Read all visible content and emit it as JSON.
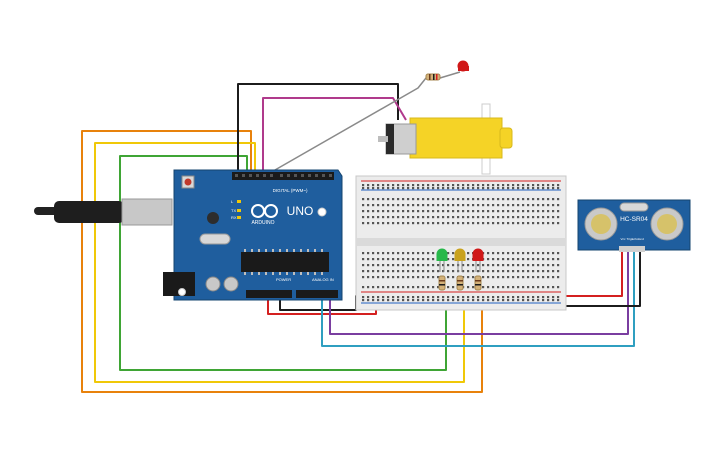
{
  "board": {
    "logo_text": "UNO",
    "brand_text": "ARDUINO",
    "digital_label": "DIGITAL (PWM~)",
    "power_label": "POWER",
    "analog_label": "ANALOG IN",
    "led_l": "L",
    "led_tx": "TX",
    "led_rx": "RX",
    "color": "#1f5e9e"
  },
  "sensor": {
    "model": "HC-SR04",
    "pins": [
      "Vcc",
      "Trig",
      "Echo",
      "Gnd"
    ],
    "color": "#1f5e9e"
  },
  "colors": {
    "wire_orange": "#e8820c",
    "wire_yellow": "#f0c808",
    "wire_green": "#3fa535",
    "wire_magenta": "#b03a8c",
    "wire_black": "#1c1c1c",
    "wire_red": "#d42020",
    "wire_purple": "#7a3ea0",
    "wire_cyan": "#2f9fc0",
    "wire_gray": "#8a8a8a",
    "motor_yellow": "#f5d326",
    "led_green": "#27b84a",
    "led_yellow": "#c9a21d",
    "led_red": "#d01818"
  }
}
